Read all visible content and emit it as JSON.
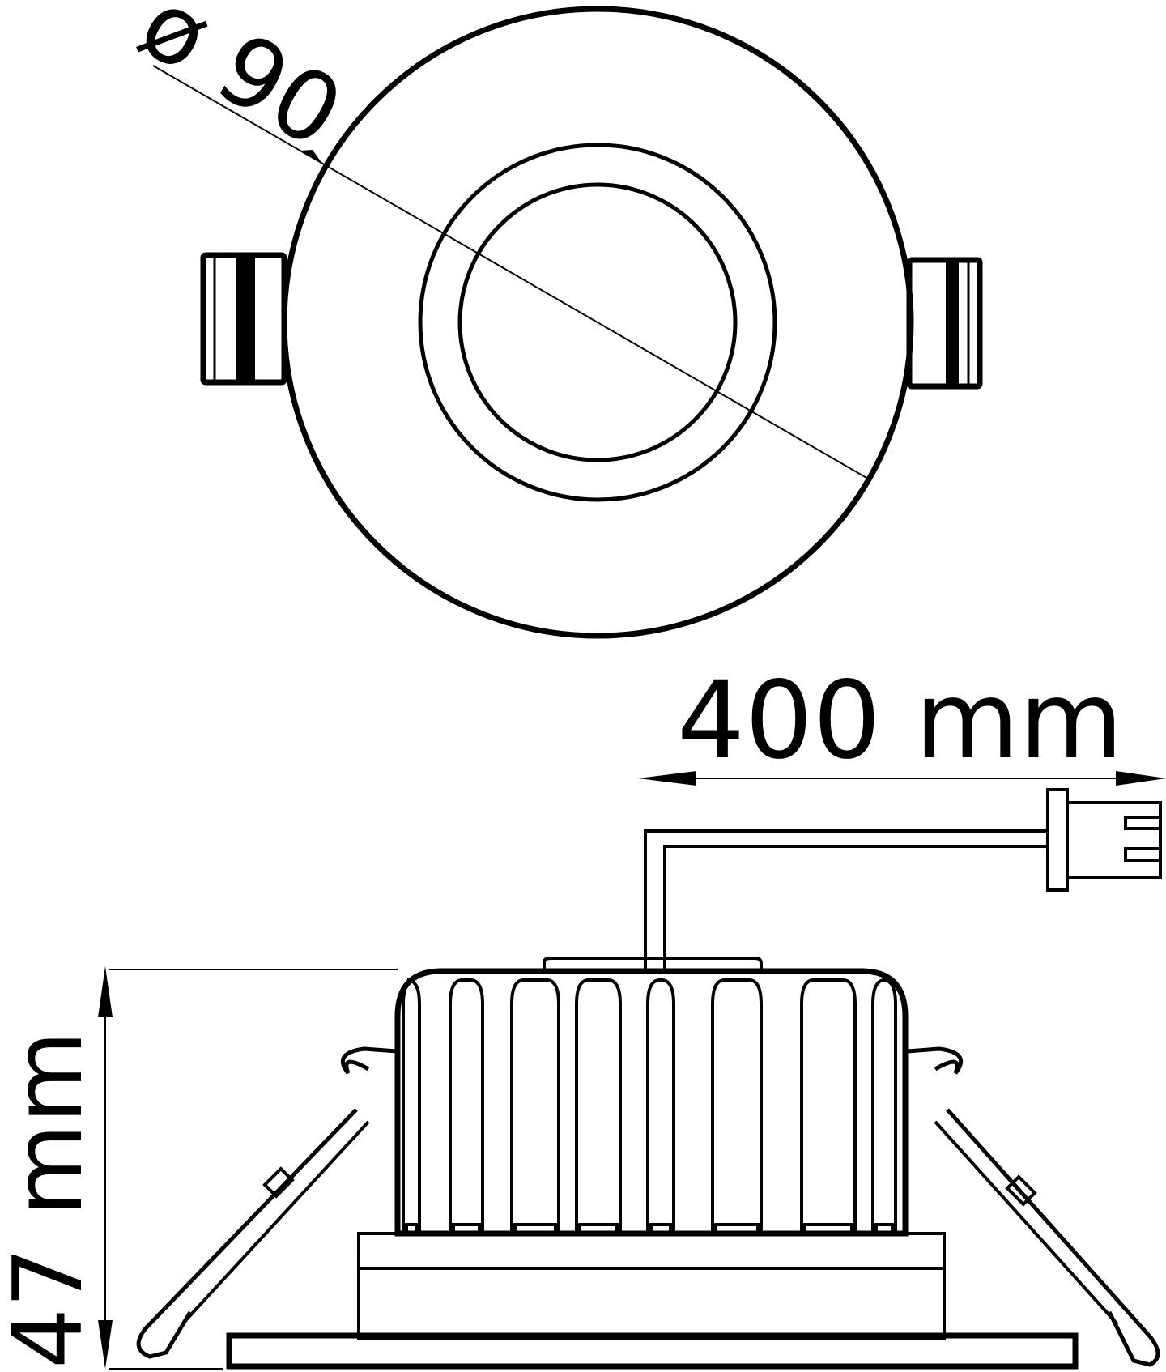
{
  "diagram": {
    "diameter_label": "ø 90",
    "cable_length_label": "400 mm",
    "height_label": "47 mm",
    "line_color": "#000000",
    "background": "#ffffff"
  }
}
